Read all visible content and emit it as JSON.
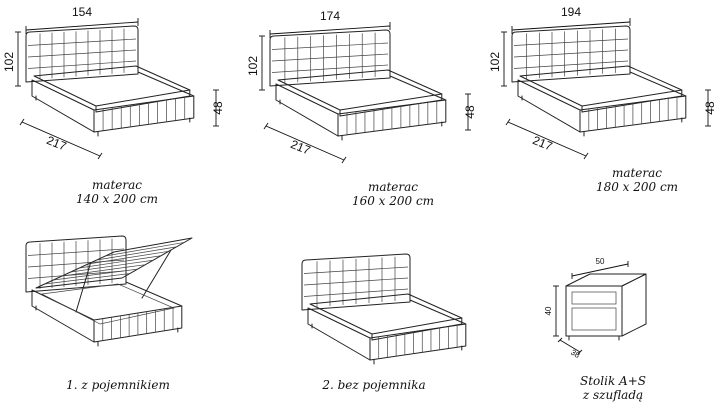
{
  "beds": [
    {
      "width": "154",
      "height": "102",
      "length": "217",
      "side_height": "48",
      "caption_title": "materac",
      "caption_size": "140 x 200 cm"
    },
    {
      "width": "174",
      "height": "102",
      "length": "217",
      "side_height": "48",
      "caption_title": "materac",
      "caption_size": "160 x 200 cm"
    },
    {
      "width": "194",
      "height": "102",
      "length": "217",
      "side_height": "48",
      "caption_title": "materac",
      "caption_size": "180 x 200 cm"
    }
  ],
  "variants": [
    {
      "caption": "1. z pojemnikiem"
    },
    {
      "caption": "2. bez pojemnika"
    }
  ],
  "nightstand": {
    "width": "50",
    "height": "40",
    "depth": "38",
    "caption_line1": "Stolik A+S",
    "caption_line2": "z szufladą"
  }
}
